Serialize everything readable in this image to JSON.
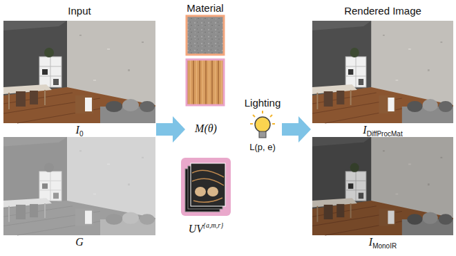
{
  "diagram": {
    "nodes": [
      {
        "text": [
          "Input",
          "I",
          "0"
        ]
      },
      {
        "text": [
          "G"
        ]
      },
      {
        "text": [
          "Material"
        ]
      },
      {
        "text": [
          "M(θ)"
        ]
      },
      {
        "text": [
          "UV",
          "{a,m,r}"
        ]
      },
      {
        "text": [
          "Lighting",
          "L(p, e)"
        ]
      },
      {
        "text": [
          "Rendered Image",
          "I",
          "DiffProcMat"
        ]
      },
      {
        "text": [
          "I",
          "MonoIR"
        ]
      }
    ]
  }
}
